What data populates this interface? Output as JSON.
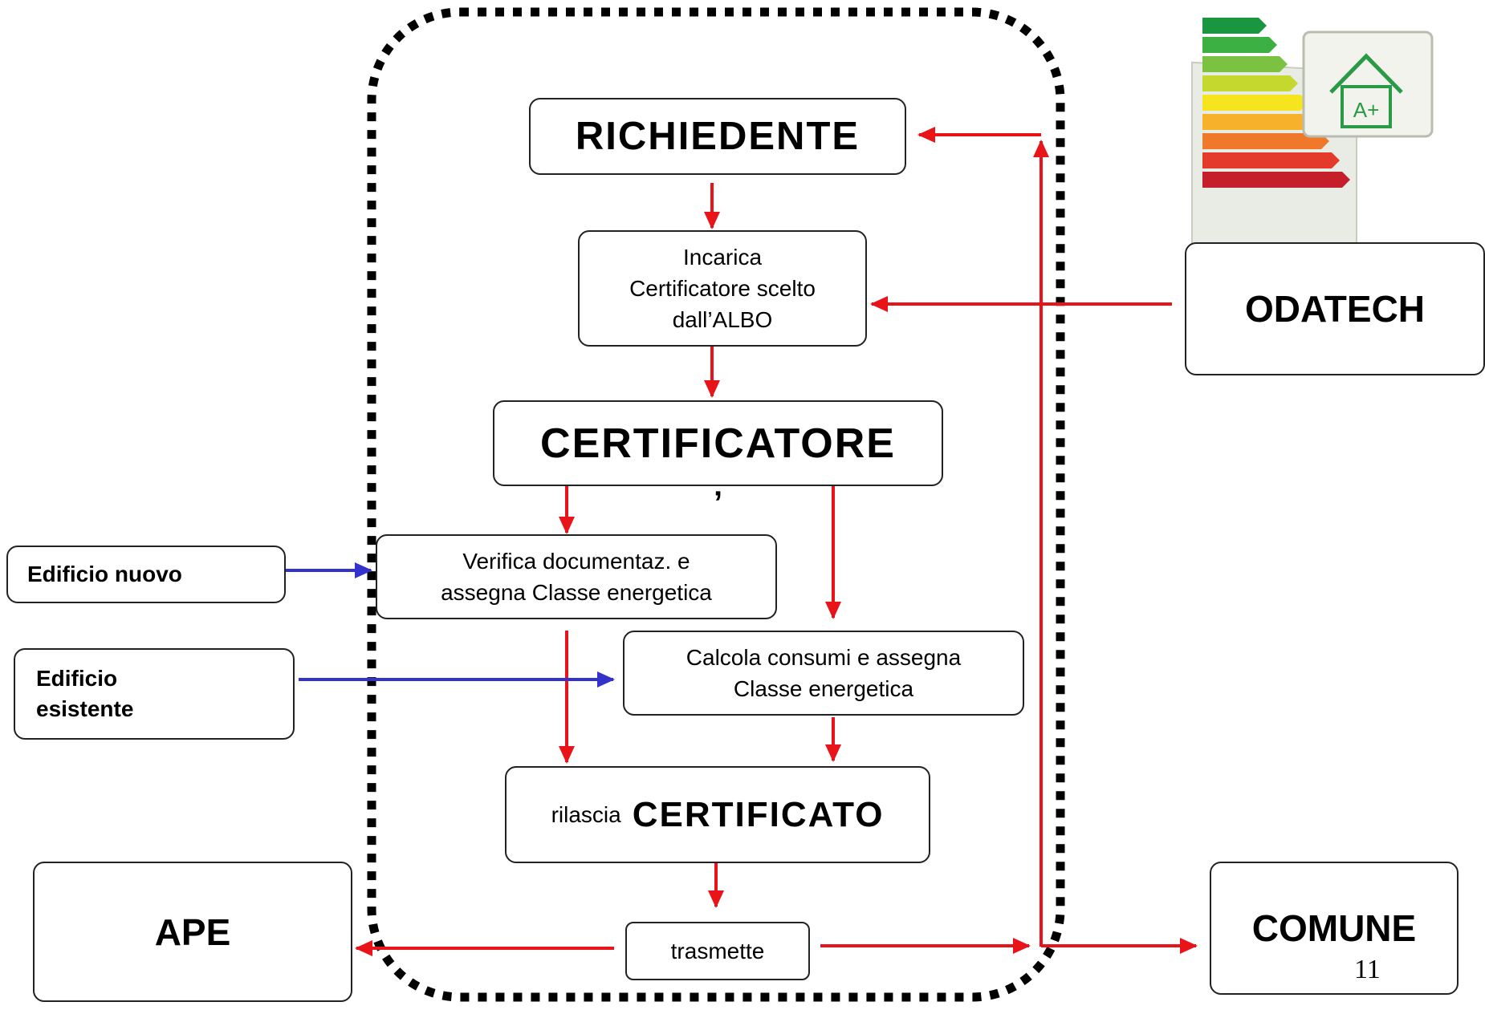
{
  "nodes": {
    "richiedente": "RICHIEDENTE",
    "incarica": "Incarica\nCertificatore scelto\ndall’ALBO",
    "odatech": "ODATECH",
    "certificatore": "CERTIFICATORE",
    "tick_mark": "’",
    "verifica": "Verifica documentaz. e\nassegna Classe energetica",
    "calcola": "Calcola consumi e assegna\nClasse energetica",
    "edificio_nuovo": "Edificio nuovo",
    "edificio_esistente": "Edificio\nesistente",
    "rilascia_prefix": "rilascia",
    "rilascia_bold": "CERTIFICATO",
    "trasmette": "trasmette",
    "ape": "APE",
    "comune": "COMUNE"
  },
  "page_number": "11",
  "energy_label": {
    "badge_text": "A+",
    "class_colors": [
      "#1a9641",
      "#3cb043",
      "#7cc242",
      "#c4d82e",
      "#f6e51e",
      "#f7b12a",
      "#f0782a",
      "#e43a2b",
      "#c51f2b"
    ]
  },
  "colors": {
    "flow_arrow": "#e8141a",
    "input_arrow": "#3333cc",
    "boundary": "#000000"
  }
}
